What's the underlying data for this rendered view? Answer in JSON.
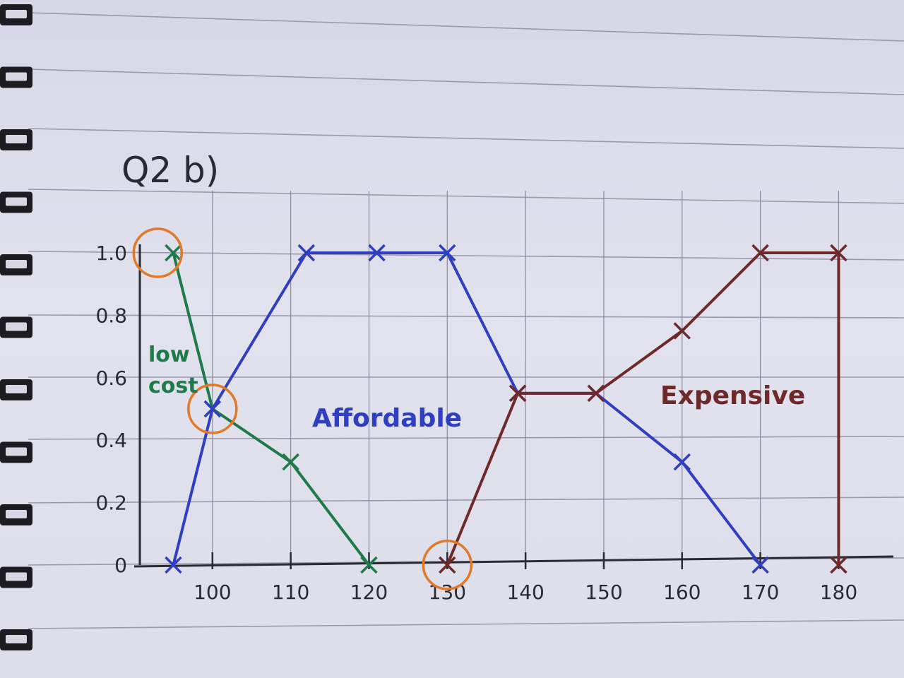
{
  "page": {
    "heading": "Q2 b)"
  },
  "chart_data": {
    "type": "line",
    "title": "",
    "xlabel": "",
    "ylabel": "",
    "x_ticks": [
      100,
      110,
      120,
      130,
      140,
      150,
      160,
      170,
      180
    ],
    "y_ticks": [
      "0",
      "0.2",
      "0.4",
      "0.6",
      "0.8",
      "1.0"
    ],
    "xlim": [
      90,
      187
    ],
    "ylim": [
      0,
      1.0
    ],
    "grid": true,
    "series": [
      {
        "name": "low cost",
        "color": "#1f7a4a",
        "points": [
          [
            95,
            1.0
          ],
          [
            100,
            0.5
          ],
          [
            110,
            0.33
          ],
          [
            120,
            0
          ]
        ]
      },
      {
        "name": "Affordable",
        "color": "#2f3fbf",
        "points": [
          [
            95,
            0
          ],
          [
            100,
            0.5
          ],
          [
            112,
            1.0
          ],
          [
            121,
            1.0
          ],
          [
            130,
            1.0
          ],
          [
            139,
            0.55
          ],
          [
            149,
            0.55
          ],
          [
            160,
            0.33
          ],
          [
            170,
            0
          ]
        ]
      },
      {
        "name": "Expensive",
        "color": "#6e2a2a",
        "points": [
          [
            130,
            0
          ],
          [
            139,
            0.55
          ],
          [
            149,
            0.55
          ],
          [
            160,
            0.75
          ],
          [
            170,
            1.0
          ],
          [
            180,
            1.0
          ],
          [
            180,
            0
          ]
        ]
      }
    ],
    "circled_points": [
      [
        93,
        1.0
      ],
      [
        100,
        0.5
      ],
      [
        130,
        0
      ]
    ],
    "circle_color": "#e07a2a"
  }
}
